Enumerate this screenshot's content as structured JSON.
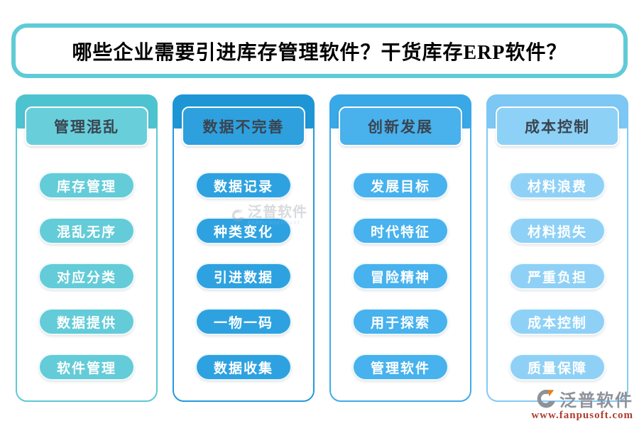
{
  "title": "哪些企业需要引进库存管理软件？干货库存ERP软件？",
  "columns": [
    {
      "header": "管理混乱",
      "items": [
        "库存管理",
        "混乱无序",
        "对应分类",
        "数据提供",
        "软件管理"
      ],
      "colors": {
        "bar": "#4EC3D0",
        "hdr": "#68CFDA",
        "pill": "#63CCD8",
        "border": "#5CC9D4"
      }
    },
    {
      "header": "数据不完善",
      "items": [
        "数据记录",
        "种类变化",
        "引进数据",
        "一物一码",
        "数据收集"
      ],
      "colors": {
        "bar": "#1E96D6",
        "hdr": "#2EA0DE",
        "pill": "#2EA2E0",
        "border": "#2699DB"
      }
    },
    {
      "header": "创新发展",
      "items": [
        "发展目标",
        "时代特征",
        "冒险精神",
        "用于探索",
        "管理软件"
      ],
      "colors": {
        "bar": "#38A8E7",
        "hdr": "#49B1EC",
        "pill": "#47B2ED",
        "border": "#3FACE9"
      }
    },
    {
      "header": "成本控制",
      "items": [
        "材料浪费",
        "材料损失",
        "严重负担",
        "成本控制",
        "质量保障"
      ],
      "colors": {
        "bar": "#7CC7F3",
        "hdr": "#8ED1F6",
        "pill": "#8FD1F6",
        "border": "#83CAF4"
      }
    }
  ],
  "watermark": {
    "text": "泛普软件",
    "subtext": "FANPU SOFTWARE"
  },
  "logo": {
    "name": "泛普软件",
    "url": "www.fanpusoft.com"
  },
  "accents": {
    "title_border": "#5FCBD7",
    "header_text": "#3A4450",
    "logo_gray": "#8d929b",
    "logo_orange": "#E67E22",
    "url_red": "#b03a2e"
  }
}
